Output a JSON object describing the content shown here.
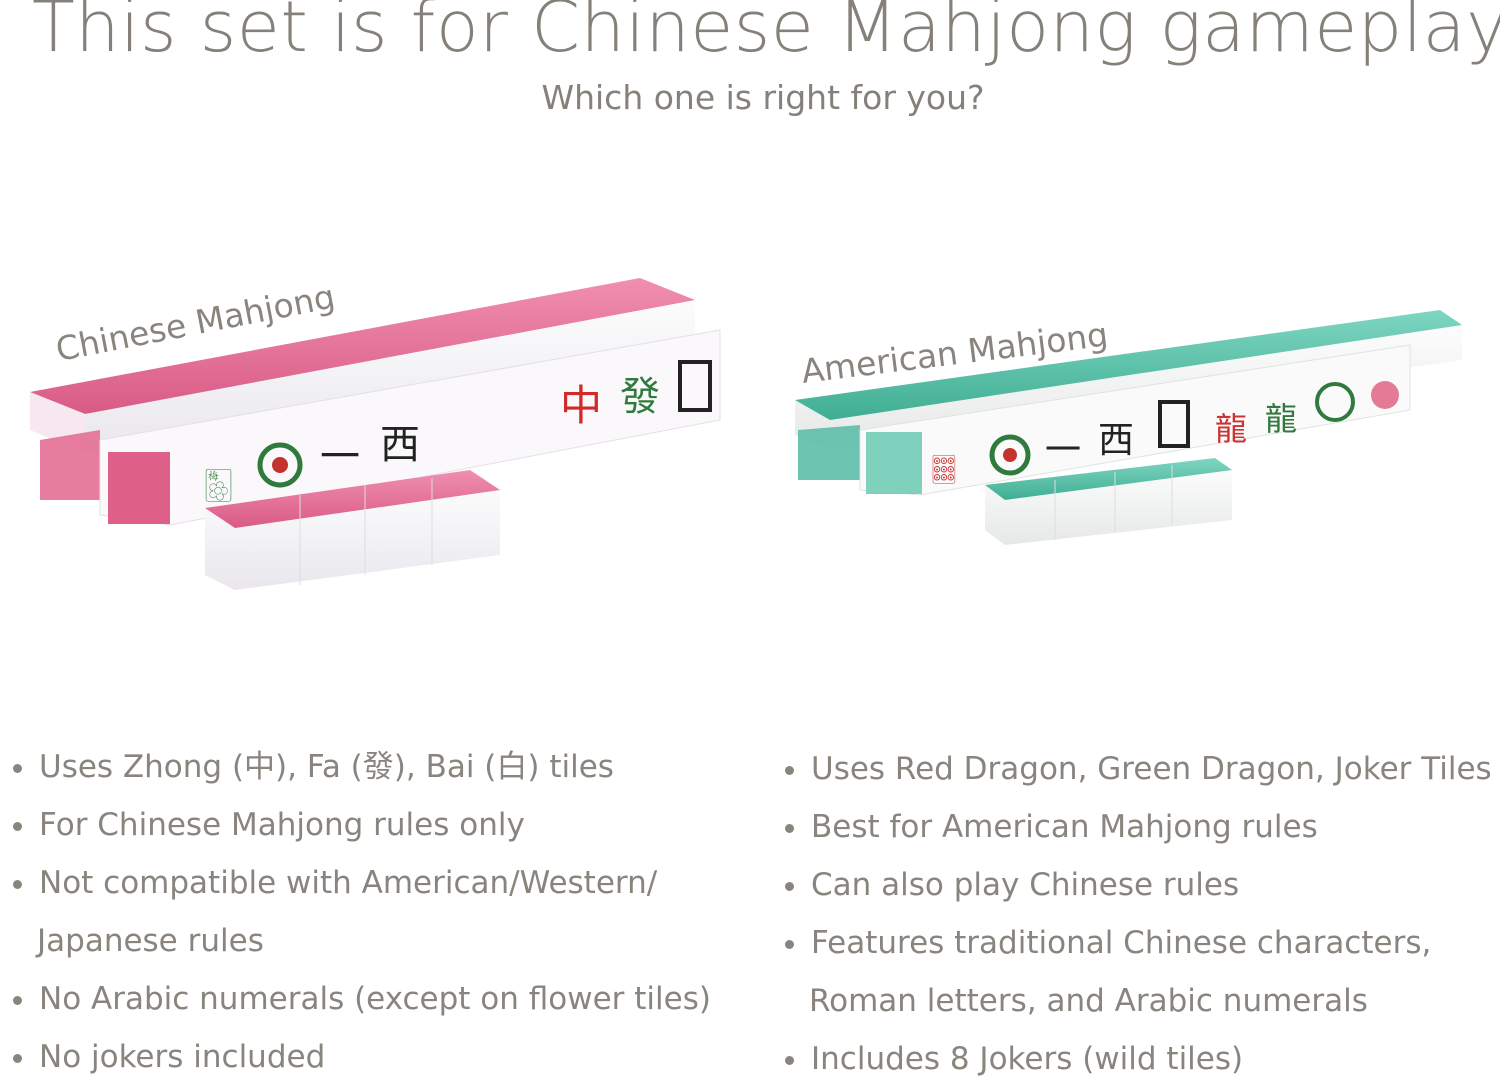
{
  "header": {
    "title": "This set is for Chinese Mahjong gameplay",
    "subtitle": "Which one is right for you?"
  },
  "products": {
    "chinese": {
      "label": "Chinese Mahjong",
      "color": "#e46f93",
      "features": [
        "Uses Zhong (中), Fa (發), Bai (白) tiles",
        "For Chinese Mahjong rules only",
        "Not compatible with American/Western/",
        "Japanese rules",
        "No Arabic numerals (except on flower tiles)",
        "No jokers included"
      ]
    },
    "american": {
      "label": "American Mahjong",
      "color": "#5dbfa8",
      "features": [
        "Uses Red Dragon, Green Dragon, Joker Tiles",
        "Best for American Mahjong rules",
        "Can also play Chinese rules",
        "Features traditional Chinese characters,",
        "Roman letters, and Arabic numerals",
        "Includes 8 Jokers (wild tiles)"
      ]
    }
  },
  "icons": [
    "bullet-dot-icon",
    "mahjong-tile-icon"
  ]
}
